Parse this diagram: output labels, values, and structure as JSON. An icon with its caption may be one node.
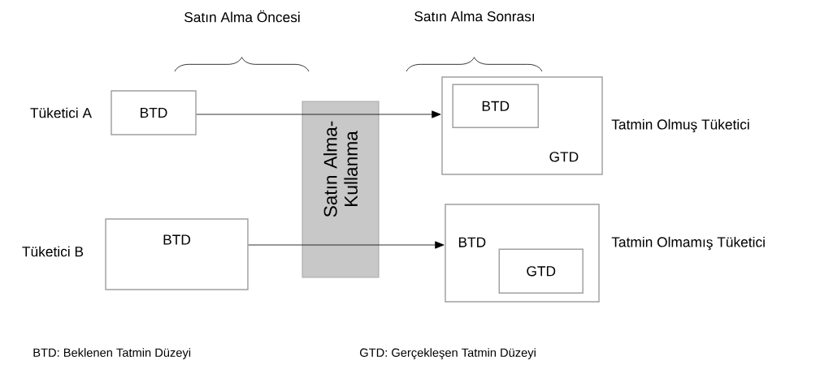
{
  "diagram": {
    "nodes": [
      {
        "text": [
          "BTD"
        ],
        "beside": [
          "Tüketici A"
        ]
      },
      {
        "text": [
          "BTD"
        ],
        "beside": [
          "Tüketici B"
        ]
      },
      {
        "text": [
          "Satın Alma- Kullanma"
        ]
      },
      {
        "text": [
          "GTD"
        ],
        "beside": [
          "Tatmin Olmuş Tüketici"
        ]
      },
      {
        "text": [
          "BTD"
        ],
        "in": 3
      },
      {
        "text": [
          "BTD"
        ],
        "beside": [
          "Tatmin Olmamış Tüketici"
        ]
      },
      {
        "text": [
          "GTD"
        ],
        "in": 5
      }
    ],
    "edges": [
      {
        "from": 0,
        "to": 2,
        "arrow": "none"
      },
      {
        "from": 2,
        "to": 3,
        "arrow": "to"
      },
      {
        "from": 1,
        "to": 2,
        "arrow": "none"
      },
      {
        "from": 2,
        "to": 5,
        "arrow": "to"
      }
    ],
    "labels": [
      "Satın Alma Öncesi",
      "Satın Alma Sonrası",
      "BTD: Beklenen Tatmin Düzeyi",
      "GTD: Gerçekleşen Tatmin Düzeyi"
    ]
  }
}
